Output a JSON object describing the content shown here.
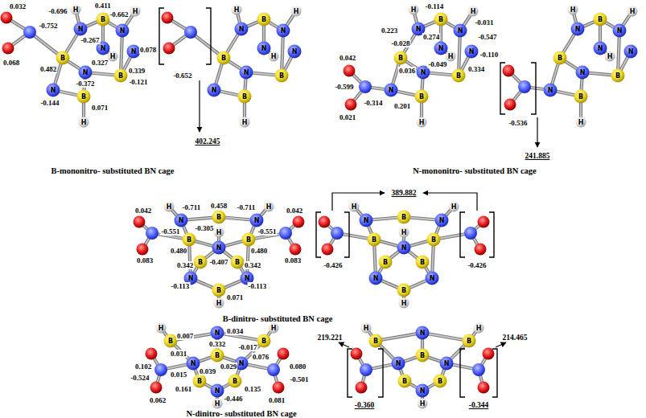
{
  "diagram": {
    "labels": [
      "B",
      "N",
      "H",
      "B",
      "N",
      "H",
      "N",
      "H",
      "N",
      "B",
      "N",
      "N",
      "B",
      "H",
      "0.032",
      "-0.752",
      "0.068",
      "-0.696",
      "0.411",
      "-0.662",
      "-0.267",
      "0.482",
      "0.327",
      "-0.372",
      "0.078",
      "0.339",
      "-0.121",
      "-0.144",
      "0.071",
      "B",
      "N",
      "H",
      "B",
      "N",
      "H",
      "N",
      "H",
      "N",
      "B",
      "N",
      "N",
      "B",
      "H",
      "-0.652",
      "402.245",
      "B-mononitro- substituted BN cage",
      "B",
      "N",
      "H",
      "B",
      "N",
      "H",
      "N",
      "H",
      "N",
      "B",
      "N",
      "N",
      "B",
      "H",
      "0.042",
      "-0.028",
      "0.223",
      "-0.114",
      "-0.031",
      "0.274",
      "-0.547",
      "-0.599",
      "-0.049",
      "-0.110",
      "0.036",
      "0.334",
      "0.021",
      "0.201",
      "-0.314",
      "B",
      "N",
      "H",
      "B",
      "N",
      "H",
      "N",
      "H",
      "N",
      "B",
      "N",
      "N",
      "B",
      "H",
      "-0.536",
      "241.885",
      "N-mononitro- substituted BN cage",
      "H",
      "N",
      "B",
      "N",
      "H",
      "B",
      "B",
      "H",
      "N",
      "B",
      "B",
      "N",
      "N",
      "B",
      "H",
      "0.042",
      "-0.711",
      "0.458",
      "-0.711",
      "0.042",
      "-0.551",
      "-0.305",
      "-0.551",
      "0.083",
      "0.480",
      "0.480",
      "0.083",
      "0.342",
      "0.342",
      "-0.407",
      "-0.113",
      "-0.113",
      "0.071",
      "H",
      "N",
      "B",
      "N",
      "H",
      "B",
      "B",
      "H",
      "N",
      "B",
      "B",
      "N",
      "N",
      "B",
      "H",
      "389.882",
      "-0.426",
      "-0.426",
      "B-dinitro- substituted BN cage",
      "H",
      "B",
      "N",
      "B",
      "H",
      "N",
      "N",
      "B",
      "B",
      "B",
      "N",
      "H",
      "0.007",
      "0.034",
      "-0.017",
      "0.102",
      "0.031",
      "0.332",
      "0.076",
      "0.029",
      "0.080",
      "-0.524",
      "0.015",
      "0.039",
      "-0.501",
      "0.161",
      "0.135",
      "0.062",
      "-0.446",
      "0.081",
      "H",
      "B",
      "N",
      "B",
      "H",
      "N",
      "N",
      "B",
      "B",
      "B",
      "N",
      "H",
      "219.221",
      "214.465",
      "-0.360",
      "-0.344",
      "N-dinitro- substituted BN cage"
    ]
  }
}
